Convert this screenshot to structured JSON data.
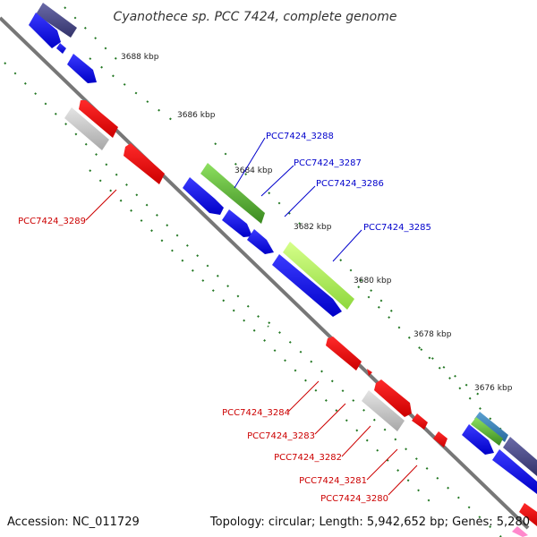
{
  "title": "Cyanothece sp. PCC 7424, complete genome",
  "footer": {
    "accession": "Accession: NC_011729",
    "summary": "Topology: circular; Length: 5,942,652 bp; Genes: 5,280"
  },
  "ticks": [
    "3688 kbp",
    "3686 kbp",
    "3684 kbp",
    "3682 kbp",
    "3680 kbp",
    "3678 kbp",
    "3676 kbp"
  ],
  "labels": {
    "forward": [
      "PCC7424_3288",
      "PCC7424_3287",
      "PCC7424_3286",
      "PCC7424_3285"
    ],
    "reverse": [
      "PCC7424_3289",
      "PCC7424_3284",
      "PCC7424_3283",
      "PCC7424_3282",
      "PCC7424_3281",
      "PCC7424_3280"
    ]
  },
  "colors": {
    "forward_cds": "#0000ee",
    "reverse_cds": "#ee0000",
    "pseudo": "#bbbbbb",
    "label_forward": "#0000cc",
    "label_reverse": "#cc0000",
    "backbone": "#777777",
    "tick_dots": "#227722"
  }
}
